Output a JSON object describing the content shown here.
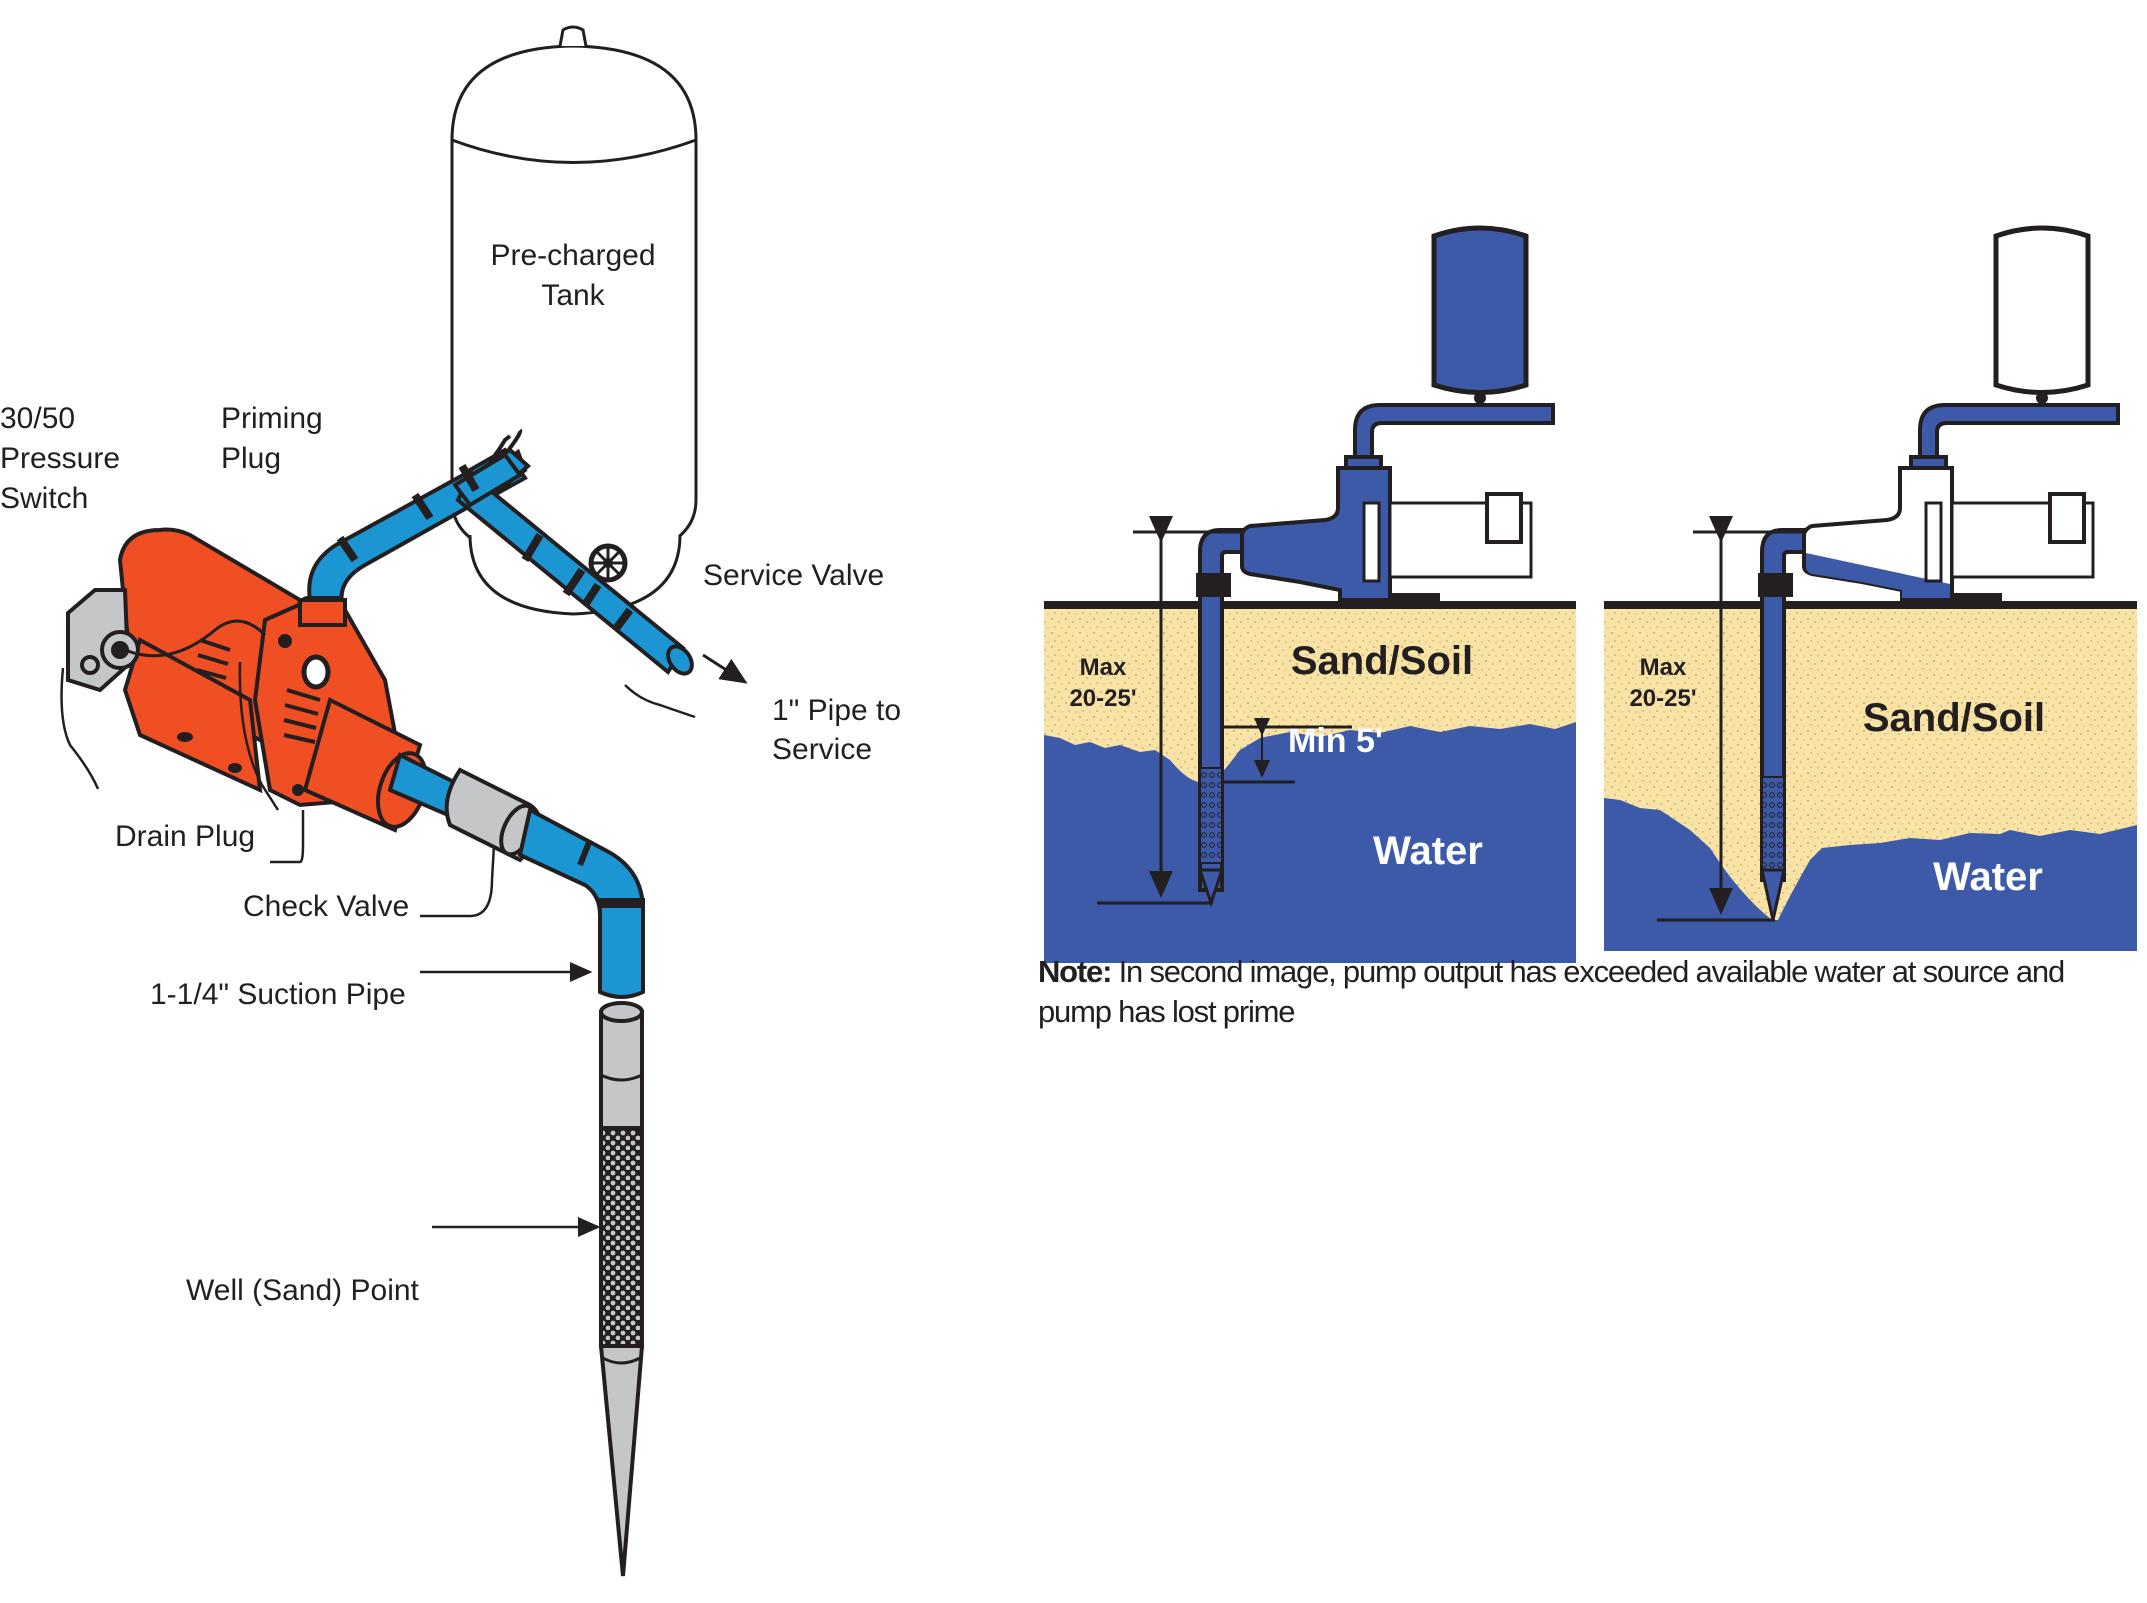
{
  "colors": {
    "pump_orange": "#f04e23",
    "pipe_light_blue": "#1b96d2",
    "fitting_gray": "#c4c6c8",
    "diagram_blue": "#3d5aa8",
    "sand": "#f8e2a4",
    "ink": "#231f20"
  },
  "installation_diagram": {
    "labels": {
      "tank": [
        "Pre-charged",
        "Tank"
      ],
      "pressure_switch": [
        "30/50",
        "Pressure",
        "Switch"
      ],
      "priming_plug": [
        "Priming",
        "Plug"
      ],
      "service_valve": "Service Valve",
      "service_pipe": [
        "1\" Pipe to",
        "Service"
      ],
      "drain_plug": "Drain Plug",
      "check_valve": "Check Valve",
      "suction_pipe": "1-1/4\" Suction Pipe",
      "well_point": "Well (Sand) Point"
    }
  },
  "well_panels": [
    {
      "state": "primed",
      "depth_label": [
        "Max",
        "20-25'"
      ],
      "soil_label": "Sand/Soil",
      "water_label": "Water",
      "min_label": "Min 5'"
    },
    {
      "state": "lost-prime",
      "depth_label": [
        "Max",
        "20-25'"
      ],
      "soil_label": "Sand/Soil",
      "water_label": "Water"
    }
  ],
  "note": {
    "prefix": "Note:",
    "text": " In second image, pump output has exceeded available water at source and pump has lost prime"
  }
}
